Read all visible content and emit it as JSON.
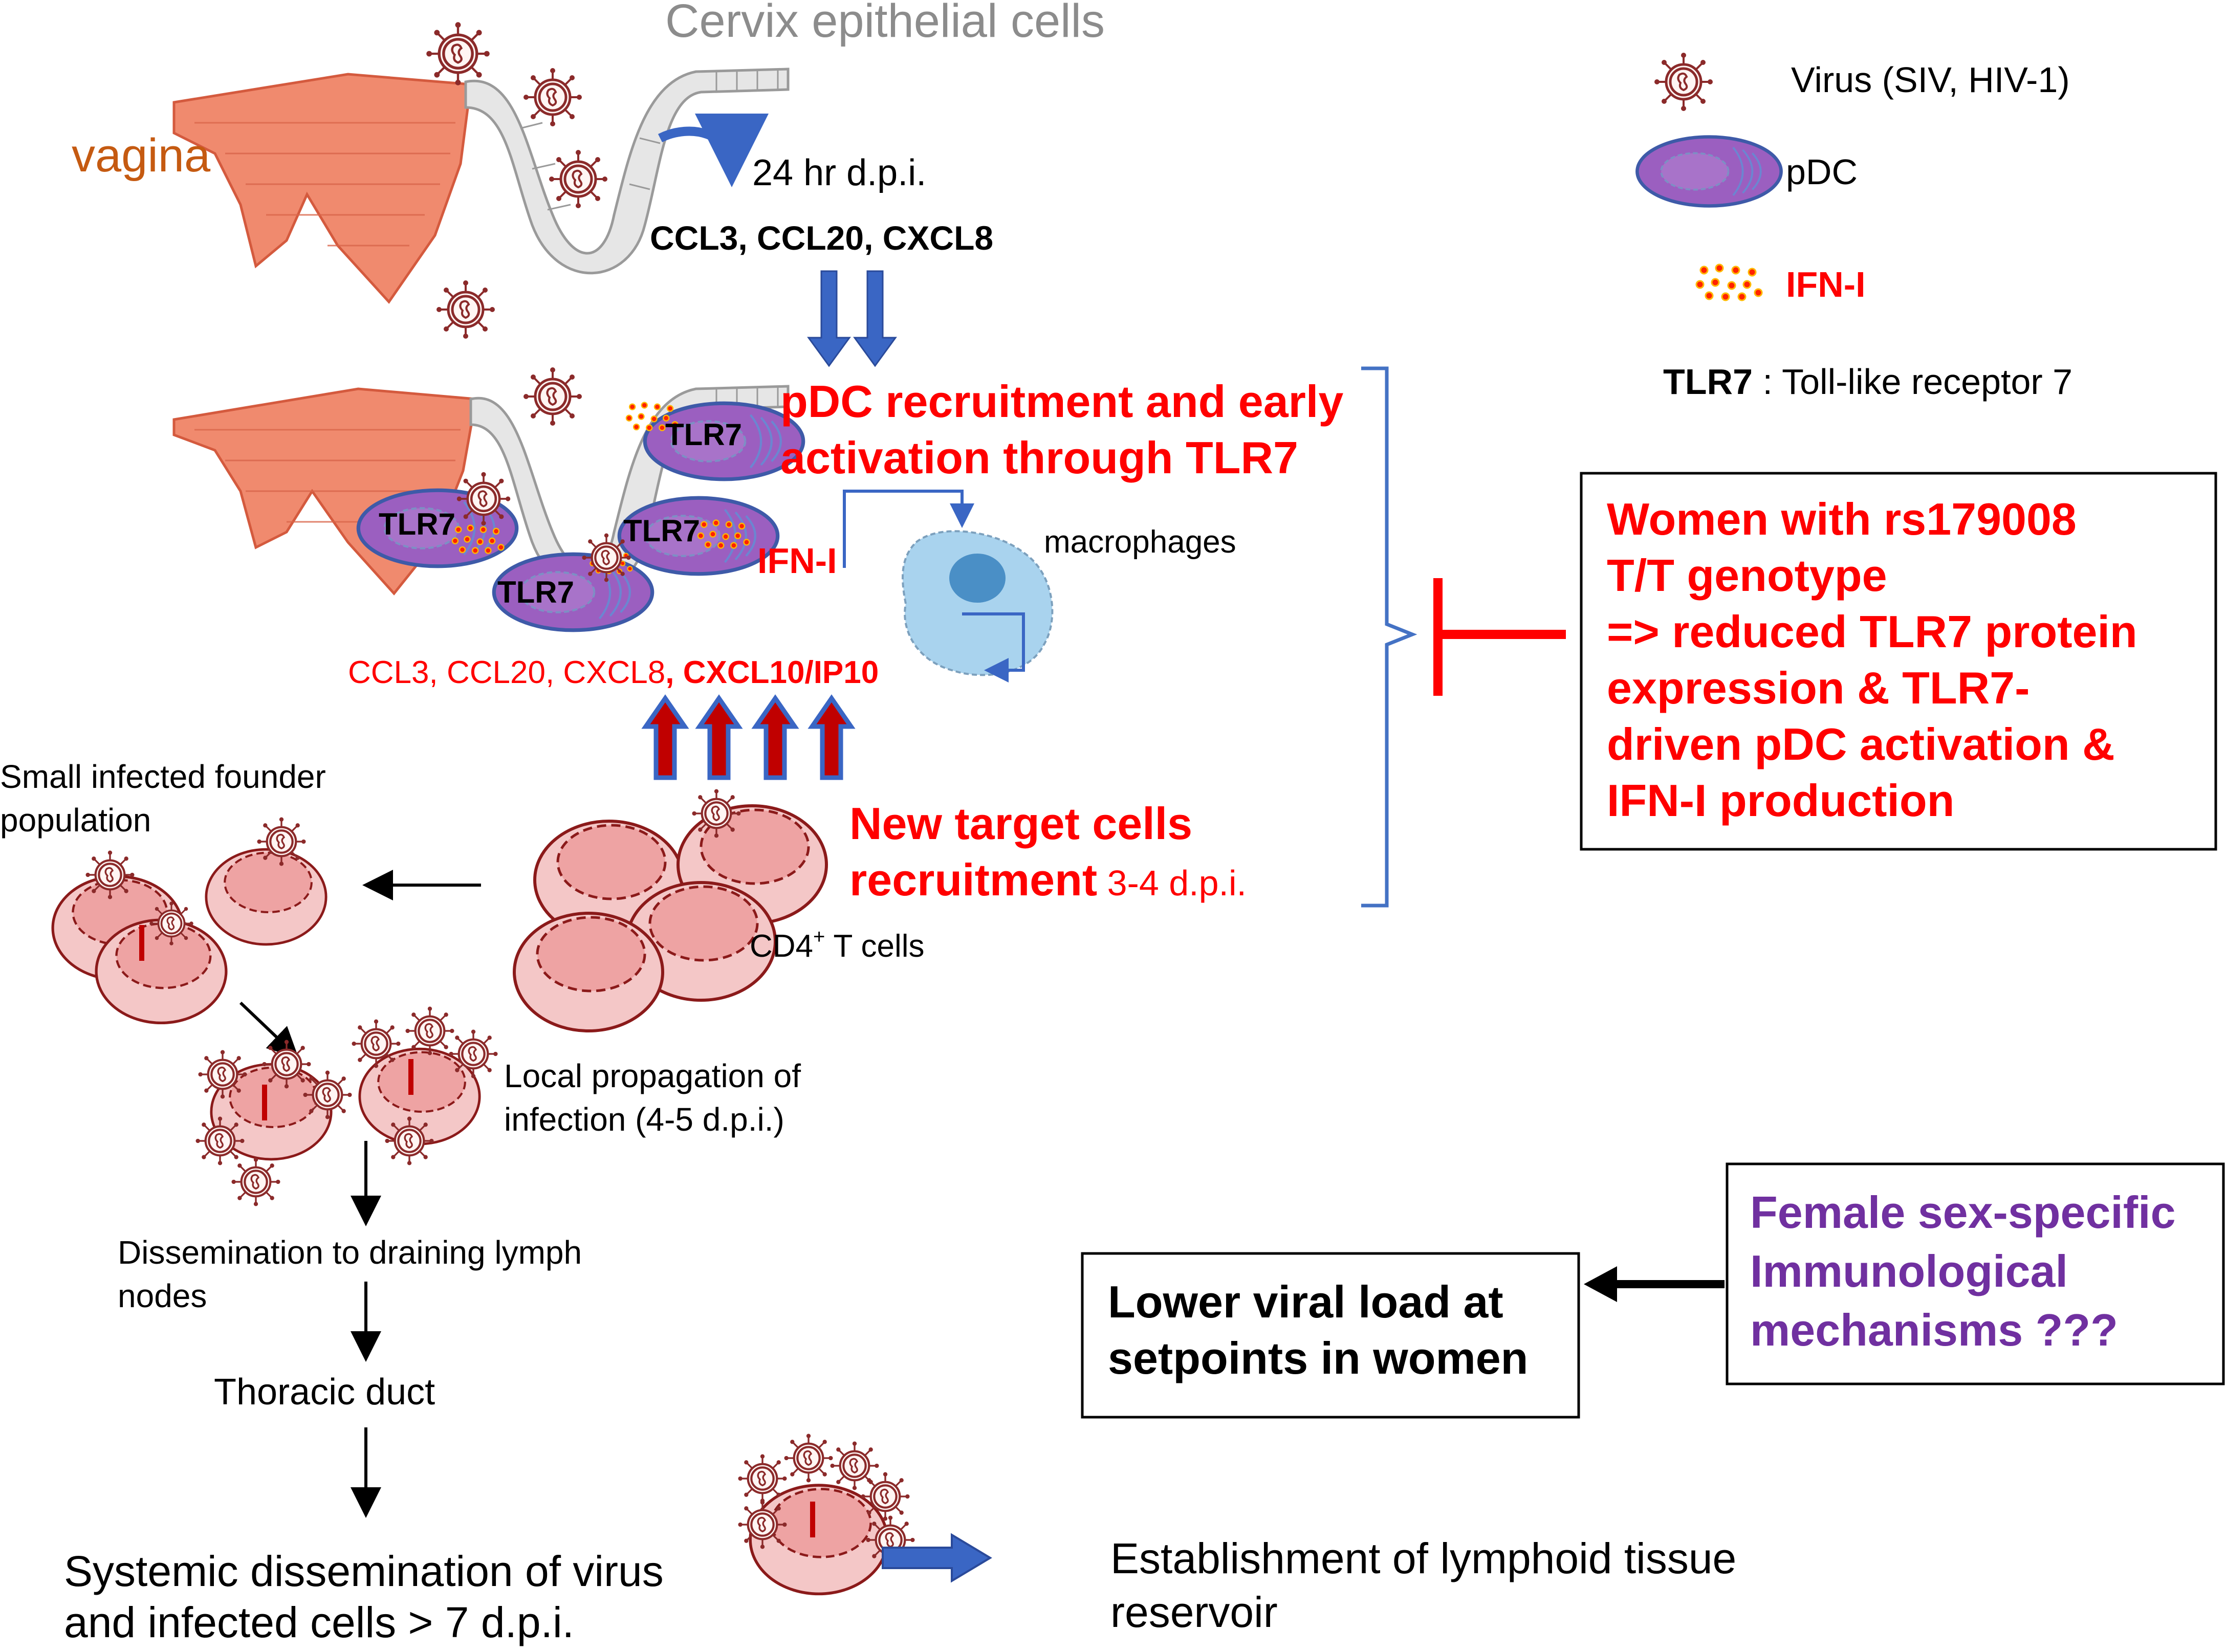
{
  "labels": {
    "cervix": "Cervix epithelial cells",
    "vagina": "vagina",
    "hr24": "24 hr d.p.i.",
    "chemokines_top": "CCL3, CCL20, CXCL8",
    "pdc_line1": "pDC recruitment and early",
    "pdc_line2": "activation through TLR7",
    "tlr7": "TLR7",
    "ifn_i": "IFN-I",
    "macrophages": "macrophages",
    "chemokines_mid": "CCL3, CCL20, CXCL8",
    "chemokines_mid_bold": ", CXCL10/IP10",
    "small_founder_line1": "Small infected founder",
    "small_founder_line2": "population",
    "new_target_line1": "New target cells",
    "new_target_line2": "recruitment",
    "new_target_days": " 3-4 d.p.i.",
    "cd4_prefix": "CD4",
    "cd4_sup": "+",
    "cd4_suffix": " T cells",
    "local_prop_line1": "Local propagation of",
    "local_prop_line2": "infection (4-5 d.p.i.)",
    "dissem_line1": "Dissemination to draining lymph",
    "dissem_line2": "nodes",
    "thoracic": "Thoracic duct",
    "systemic_line1": "Systemic dissemination of virus",
    "systemic_line2": "and infected cells > 7 d.p.i.",
    "reservoir_line1": "Establishment of lymphoid tissue",
    "reservoir_line2": "reservoir"
  },
  "legend": {
    "virus": "Virus (SIV, HIV-1)",
    "pdc": "pDC",
    "ifn": "IFN-I",
    "tlr7_bold": "TLR7",
    "tlr7_desc": " : Toll-like receptor 7"
  },
  "boxes": {
    "women_lines": [
      "Women with rs179008",
      "T/T genotype",
      "=> reduced TLR7 protein",
      "expression & TLR7-",
      "driven pDC activation &",
      "IFN-I production"
    ],
    "lower_lines": [
      "Lower viral load at",
      "setpoints in women"
    ],
    "female_lines": [
      "Female sex-specific",
      "Immunological",
      "mechanisms ???"
    ]
  },
  "colors": {
    "red": "#ff0000",
    "blue_arrow": "#3a66c4",
    "bracket_blue": "#4472c4",
    "purple_text": "#7030a0",
    "pdc_fill": "#9b5fc0",
    "pdc_stroke": "#3e5aa8",
    "tissue": "#f08a6e",
    "epithelium": "#e3e3e3",
    "cd4_fill": "#f2b4b4",
    "cd4_stroke": "#8b1a1a",
    "virus": "#8b2a2a",
    "macrophage": "#a9d3ee",
    "cervix_grey": "#8c8c8c",
    "vagina_orange": "#c55a11"
  }
}
